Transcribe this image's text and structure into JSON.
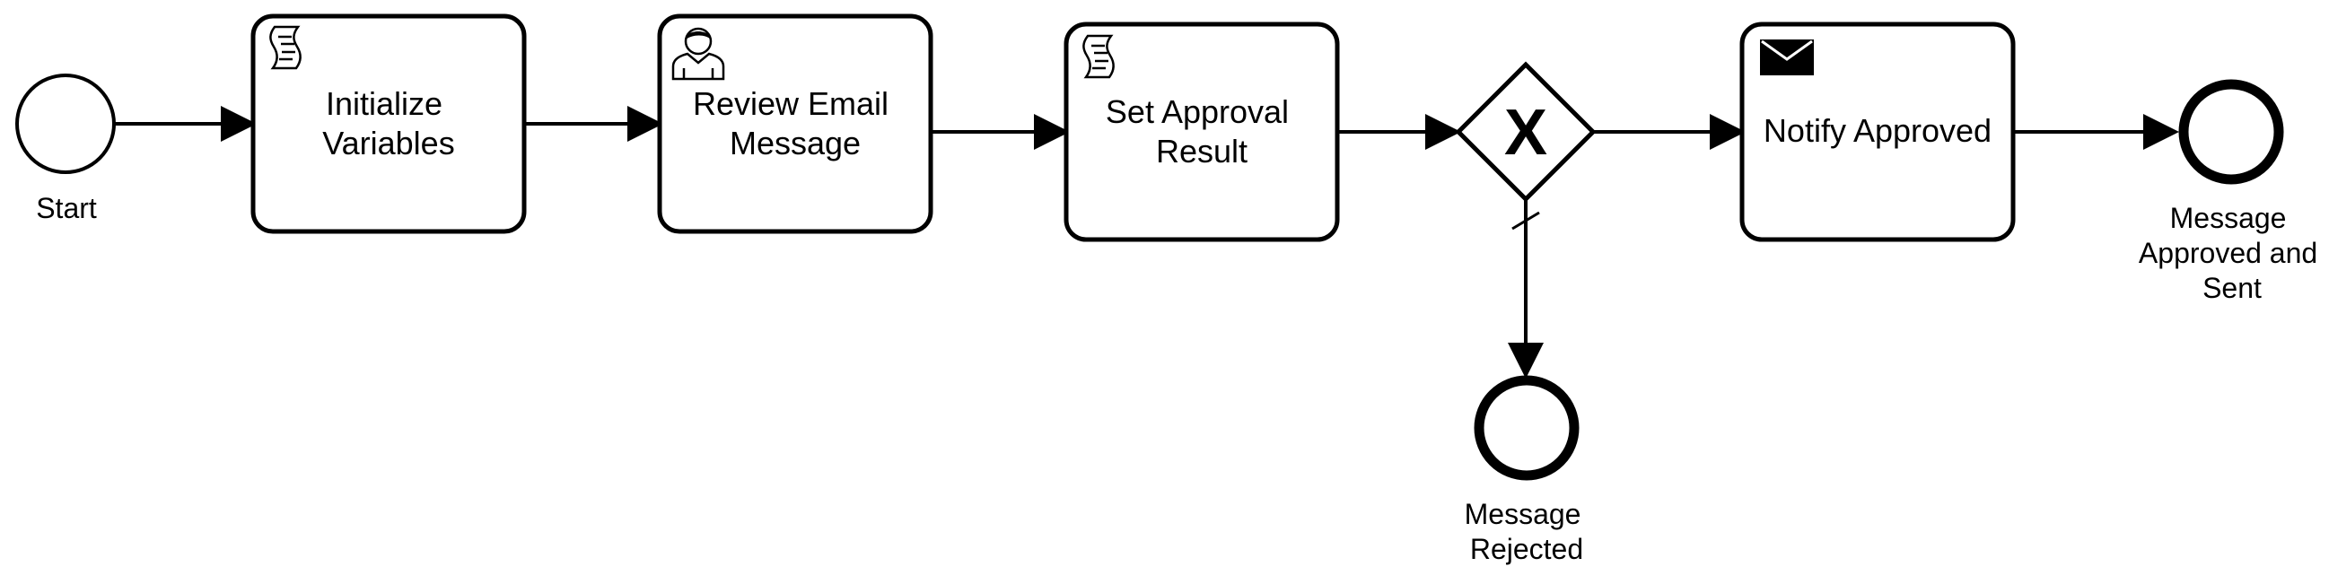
{
  "diagram": {
    "events": {
      "start": {
        "label": "Start"
      },
      "end_rejected": {
        "label_lines": [
          "Message",
          "Rejected"
        ]
      },
      "end_approved": {
        "label_lines": [
          "Message",
          "Approved and",
          "Sent"
        ]
      }
    },
    "tasks": {
      "initialize": {
        "lines": [
          "Initialize",
          "Variables"
        ],
        "type_icon": "script-icon"
      },
      "review": {
        "lines": [
          "Review Email",
          "Message"
        ],
        "type_icon": "user-icon"
      },
      "set_approval": {
        "lines": [
          "Set Approval",
          "Result"
        ],
        "type_icon": "script-icon"
      },
      "notify": {
        "lines": [
          "Notify Approved"
        ],
        "type_icon": "send-envelope-icon"
      }
    },
    "gateway": {
      "type": "exclusive",
      "marker": "X"
    }
  }
}
